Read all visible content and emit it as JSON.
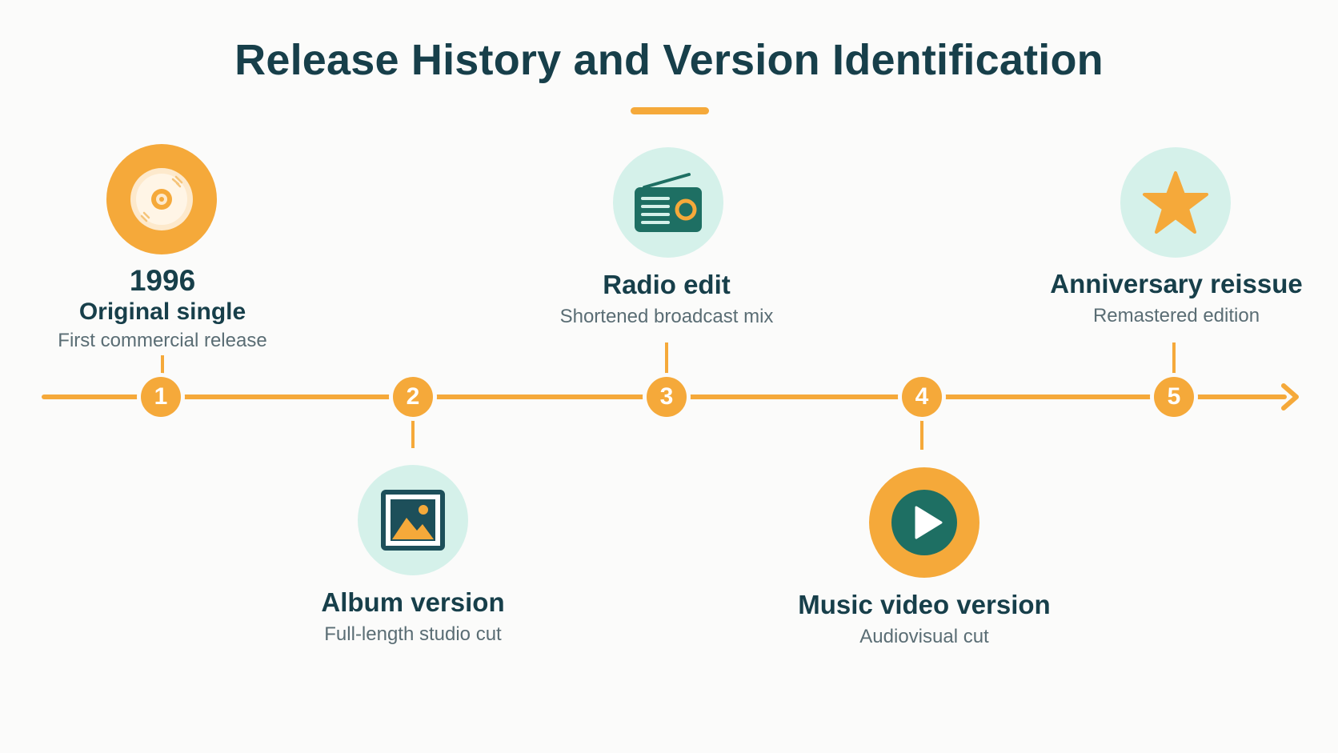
{
  "title": "Release History and Version Identification",
  "colors": {
    "accent": "#f5a93a",
    "teal": "#1e6f63",
    "mint": "#d5f1ea",
    "heading": "#173f4a",
    "body_text": "#5a6d74"
  },
  "milestones": [
    {
      "number": "1",
      "year": "1996",
      "title": "Original single",
      "description": "First commercial release",
      "icon": "cd-disc-icon"
    },
    {
      "number": "2",
      "title": "Album version",
      "description": "Full-length studio cut",
      "icon": "picture-frame-icon"
    },
    {
      "number": "3",
      "title": "Radio edit",
      "description": "Shortened broadcast mix",
      "icon": "radio-icon"
    },
    {
      "number": "4",
      "title": "Music video version",
      "description": "Audiovisual cut",
      "icon": "play-button-icon"
    },
    {
      "number": "5",
      "title": "Anniversary reissue",
      "description": "Remastered edition",
      "icon": "star-icon"
    }
  ]
}
